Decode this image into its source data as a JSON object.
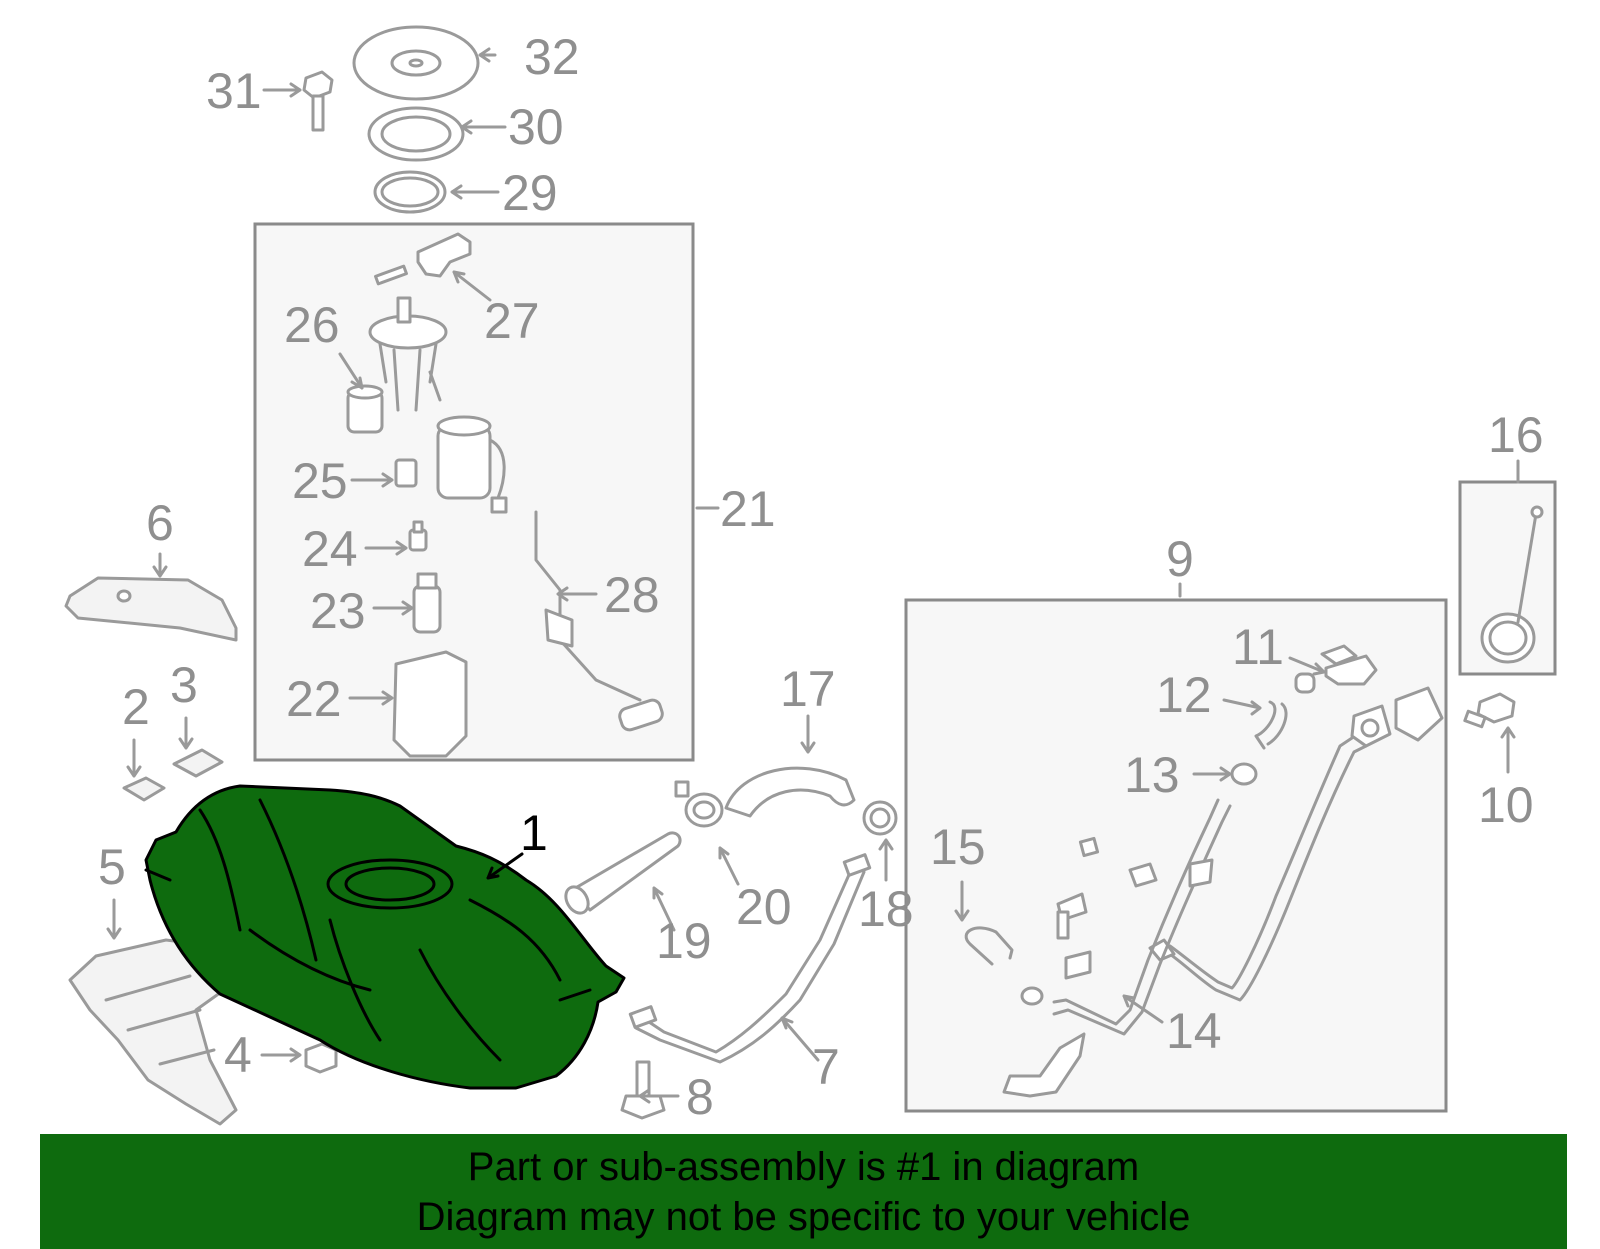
{
  "diagram": {
    "callouts": {
      "c1": "1",
      "c2": "2",
      "c3": "3",
      "c4": "4",
      "c5": "5",
      "c6": "6",
      "c7": "7",
      "c8": "8",
      "c9": "9",
      "c10": "10",
      "c11": "11",
      "c12": "12",
      "c13": "13",
      "c14": "14",
      "c15": "15",
      "c16": "16",
      "c17": "17",
      "c18": "18",
      "c19": "19",
      "c20": "20",
      "c21": "21",
      "c22": "22",
      "c23": "23",
      "c24": "24",
      "c25": "25",
      "c26": "26",
      "c27": "27",
      "c28": "28",
      "c29": "29",
      "c30": "30",
      "c31": "31",
      "c32": "32"
    },
    "highlight_color": "#0e6b0e"
  },
  "banner": {
    "line1": "Part or sub-assembly is #1 in diagram",
    "line2": "Diagram may not be specific to your vehicle"
  }
}
